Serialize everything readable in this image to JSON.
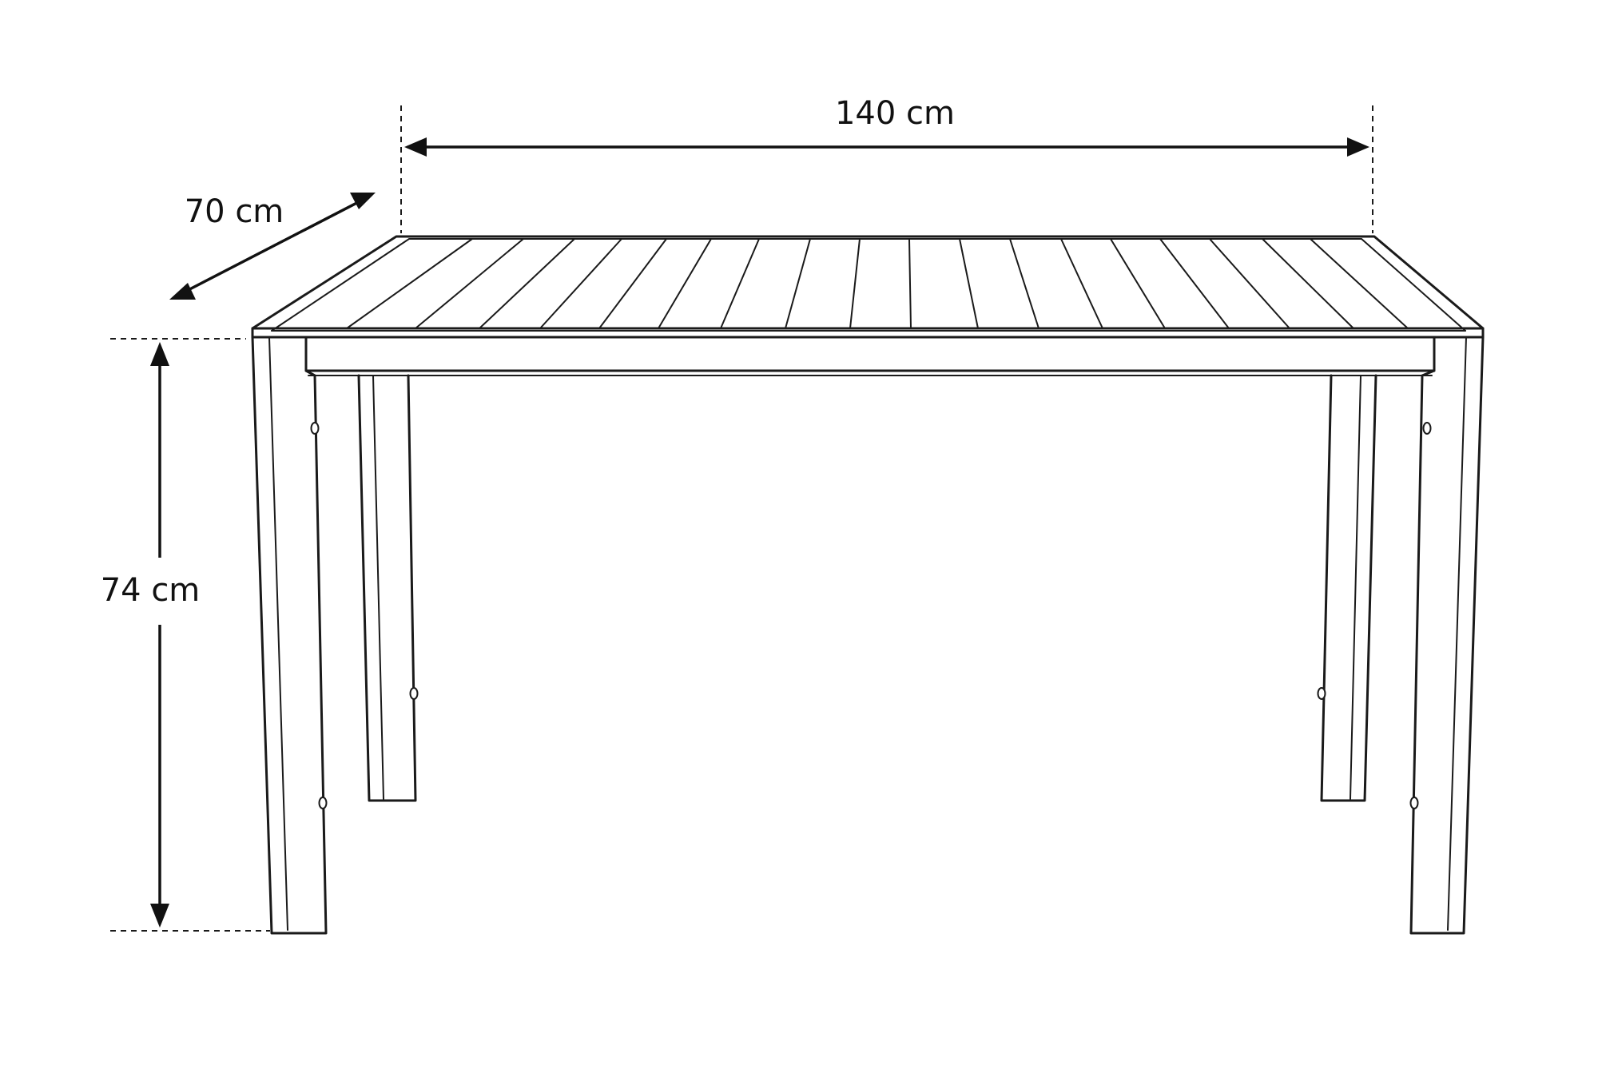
{
  "diagram": {
    "dimensions": {
      "length": "140 cm",
      "depth": "70 cm",
      "height": "74 cm"
    }
  }
}
